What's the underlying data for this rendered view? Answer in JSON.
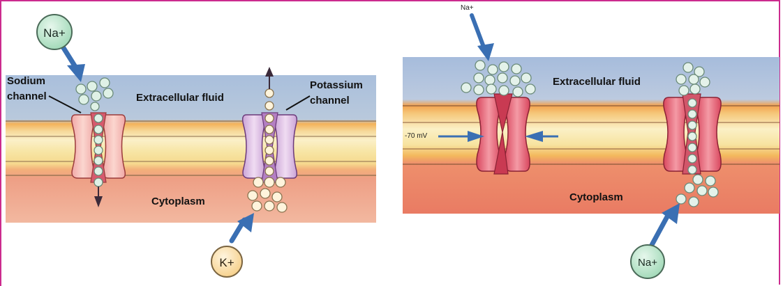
{
  "left_panel": {
    "ion_top": "Na+",
    "ion_bottom": "K+",
    "sodium_channel": [
      "Sodium",
      "channel"
    ],
    "potassium_channel": [
      "Potassium",
      "channel"
    ],
    "extracellular": "Extracellular fluid",
    "cytoplasm": "Cytoplasm"
  },
  "right_panel": {
    "ion_top": "Na+",
    "ion_bottom": "Na+",
    "extracellular": "Extracellular fluid",
    "cytoplasm": "Cytoplasm",
    "voltage": "-70 mV"
  },
  "colors": {
    "frame": "#cc2b8e",
    "extracellular": "#a9bfdc",
    "membrane_yellow": "#f3d98e",
    "cytoplasm": "#eb9a83",
    "sodium_ion": "#b5e3c8",
    "potassium_ion": "#fbe2b2",
    "arrow": "#4a7fc1"
  }
}
